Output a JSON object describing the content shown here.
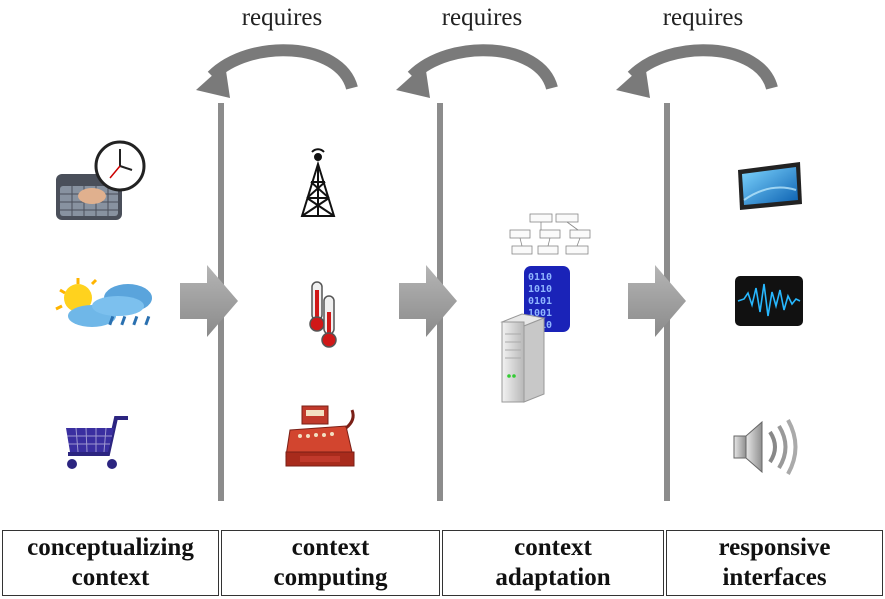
{
  "arrows": {
    "requires_1": "requires",
    "requires_2": "requires",
    "requires_3": "requires"
  },
  "stages": [
    {
      "line1": "conceptualizing",
      "line2": "context"
    },
    {
      "line1": "context",
      "line2": "computing"
    },
    {
      "line1": "context",
      "line2": "adaptation"
    },
    {
      "line1": "responsive",
      "line2": "interfaces"
    }
  ],
  "icons": {
    "stage1": [
      "clock-keyboard-icon",
      "weather-icon",
      "shopping-cart-icon"
    ],
    "stage2": [
      "radio-tower-icon",
      "thermometer-icon",
      "cash-register-icon"
    ],
    "stage3": [
      "flowchart-icon",
      "binary-data-icon",
      "server-icon"
    ],
    "stage4": [
      "tablet-display-icon",
      "waveform-display-icon",
      "speaker-icon"
    ]
  },
  "colors": {
    "divider": "#8c8c8c",
    "flow_arrow": "#9a9a9a",
    "curved_arrow": "#7a7a7a"
  }
}
